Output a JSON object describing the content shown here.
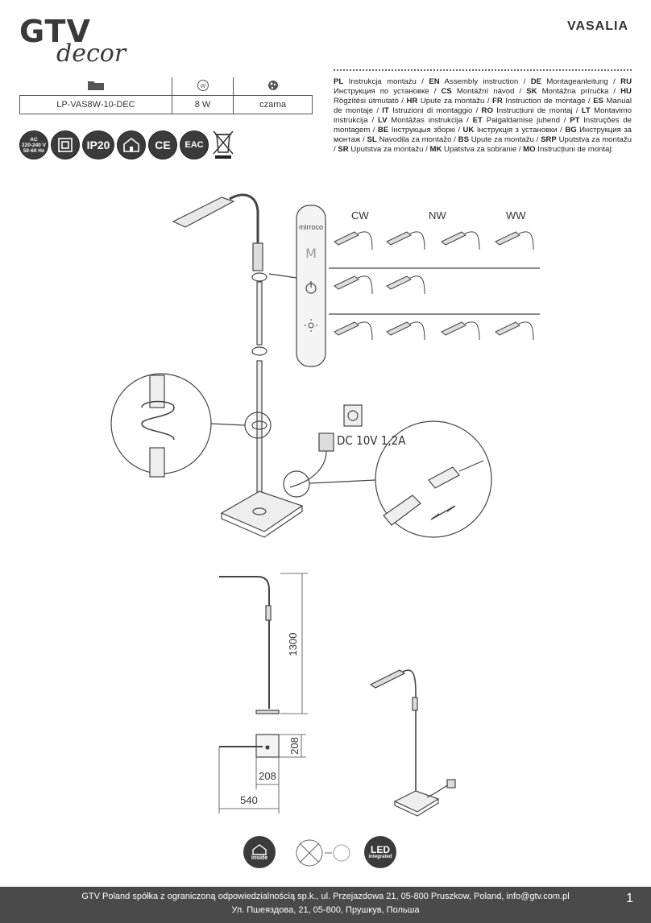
{
  "header": {
    "brand_main": "GTV",
    "brand_sub": "decor",
    "product_name": "VASALIA"
  },
  "spec": {
    "icons": [
      "folder-icon",
      "power-icon",
      "color-palette-icon"
    ],
    "code": "LP-VAS8W-10-DEC",
    "power": "8 W",
    "color": "czarna"
  },
  "languages": [
    {
      "code": "PL",
      "text": "Instrukcja montażu"
    },
    {
      "code": "EN",
      "text": "Assembly instruction"
    },
    {
      "code": "DE",
      "text": "Montageanleitung"
    },
    {
      "code": "RU",
      "text": "Инструкция по установке"
    },
    {
      "code": "CS",
      "text": "Montážní návod"
    },
    {
      "code": "SK",
      "text": "Montážna príručka"
    },
    {
      "code": "HU",
      "text": "Rögzítési útmutató"
    },
    {
      "code": "HR",
      "text": "Upute za montažu"
    },
    {
      "code": "FR",
      "text": "Instruction de montage"
    },
    {
      "code": "ES",
      "text": "Manual de montaje"
    },
    {
      "code": "IT",
      "text": "Istruzioni di montaggio"
    },
    {
      "code": "RO",
      "text": "Instrucțiuni de montaj"
    },
    {
      "code": "LT",
      "text": "Montavimo instrukcija"
    },
    {
      "code": "LV",
      "text": "Montāžas instrukcija"
    },
    {
      "code": "ET",
      "text": "Paigaldamise juhend"
    },
    {
      "code": "PT",
      "text": "Instruções de montagem"
    },
    {
      "code": "BE",
      "text": "Інструкцыя зборкі"
    },
    {
      "code": "UK",
      "text": "Інструкція з установки"
    },
    {
      "code": "BG",
      "text": "Инструкция за монтаж"
    },
    {
      "code": "SL",
      "text": "Navodila za montažo"
    },
    {
      "code": "BS",
      "text": "Upute za montažu"
    },
    {
      "code": "SRP",
      "text": "Uputstva za montažu"
    },
    {
      "code": "SR",
      "text": "Uputstva za montažu"
    },
    {
      "code": "MK",
      "text": "Upatstva za sobranie"
    },
    {
      "code": "MO",
      "text": "Instrucțiuni de montaj:"
    }
  ],
  "badges": {
    "ac_line1": "AC",
    "ac_line2": "220-240 V",
    "ac_line3": "50-60 Hz",
    "ip": "IP20",
    "ce": "CE",
    "eac": "EAC"
  },
  "diagram": {
    "color_labels": [
      "CW",
      "NW",
      "WW"
    ],
    "panel_brand": "mirroco",
    "panel_mode": "M",
    "adapter_label": "DC 10V 1,2A",
    "dim_height": "1300",
    "dim_base_depth": "208",
    "dim_base_width": "208",
    "dim_total": "540"
  },
  "bottom_badges": {
    "inside": "inside",
    "led_line1": "LED",
    "led_line2": "integrated"
  },
  "footer": {
    "line1": "GTV Poland spółka z ograniczoną odpowiedzialnością sp.k., ul. Przejazdowa 21, 05-800 Pruszkow, Poland, info@gtv.com.pl",
    "line2": "Ул. Пшеяздова, 21, 05-800, Прушкув, Польша",
    "page": "1"
  }
}
